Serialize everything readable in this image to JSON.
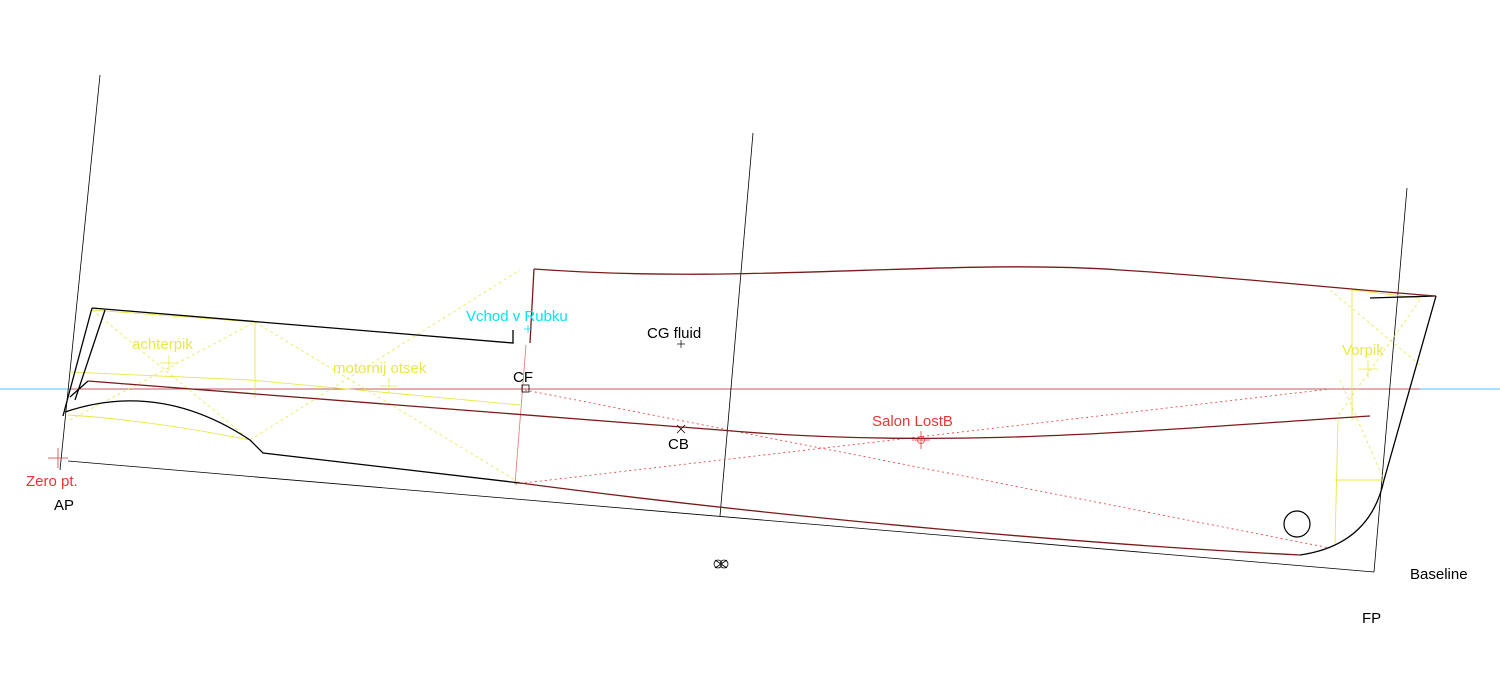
{
  "labels": {
    "zero_pt": "Zero pt.",
    "ap": "AP",
    "fp": "FP",
    "baseline": "Baseline",
    "cf": "CF",
    "cb": "CB",
    "cg_fluid": "CG fluid",
    "vchod": "Vchod v Rubku",
    "salon": "Salon LostB",
    "achterpik": "achterpik",
    "motornij": "motornij otsek",
    "vorpik": "Vorpik"
  },
  "colors": {
    "hull": "#000000",
    "deck": "#7a1a1a",
    "waterline": "#4fc3f7",
    "red_guide": "#e53935",
    "yellow": "#e8e84a",
    "cyan_label": "#00e5ee",
    "red_label": "#e53935"
  }
}
